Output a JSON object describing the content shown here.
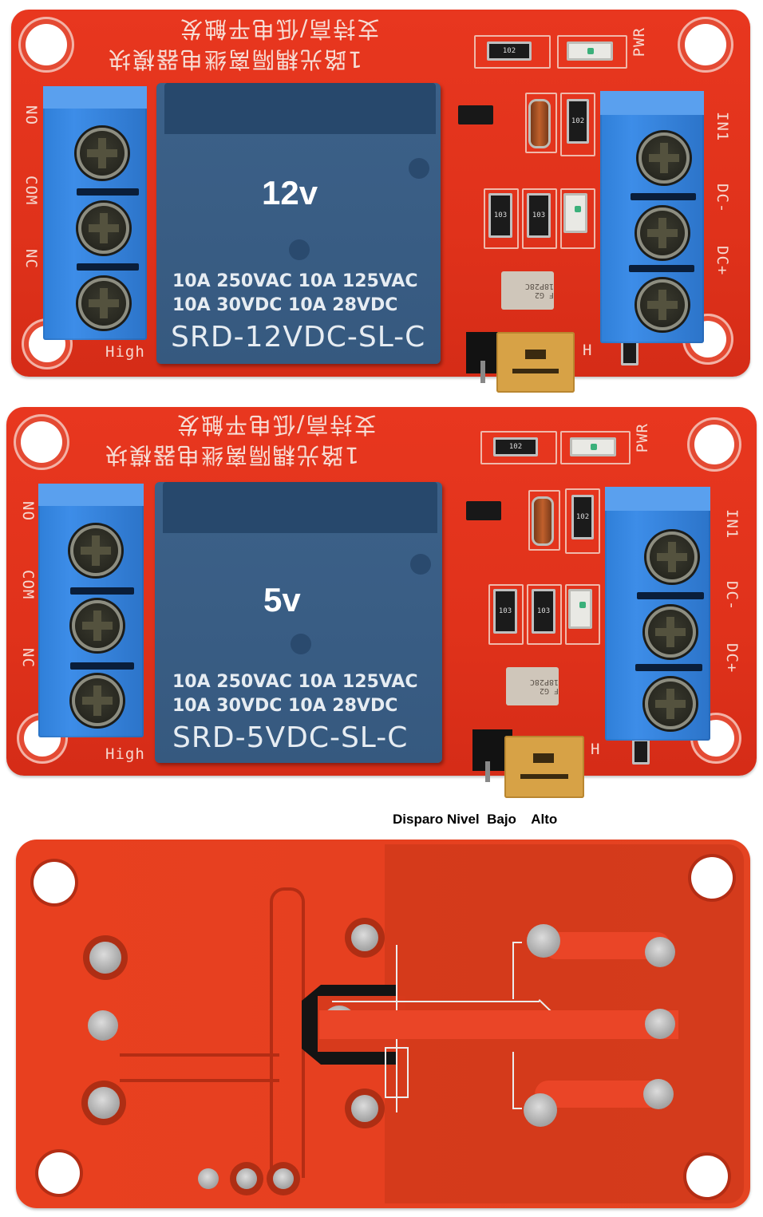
{
  "modules": [
    {
      "id": "relay-12v",
      "voltage_label": "12v",
      "chinese_title_line1": "1路光耦隔离继电器模块",
      "chinese_title_line2": "支持高/低电平触发",
      "left_terminals": [
        "NO",
        "COM",
        "NC"
      ],
      "right_terminals": [
        "IN1",
        "DC-",
        "DC+"
      ],
      "pwr_label": "PWR",
      "high_label": "High",
      "jumper_side_label": "H",
      "relay_spec_line1": "10A 250VAC  10A 125VAC",
      "relay_spec_line2": "10A  30VDC  10A  28VDC",
      "relay_model": "SRD-12VDC-SL-C",
      "resistor_codes": [
        "102",
        "102",
        "103",
        "103"
      ],
      "optocoupler_code": "F G2 18P28C"
    },
    {
      "id": "relay-5v",
      "voltage_label": "5v",
      "chinese_title_line1": "1路光耦隔离继电器模块",
      "chinese_title_line2": "支持高/低电平触发",
      "left_terminals": [
        "NO",
        "COM",
        "NC"
      ],
      "right_terminals": [
        "IN1",
        "DC-",
        "DC+"
      ],
      "pwr_label": "PWR",
      "high_label": "High",
      "jumper_side_label": "H",
      "relay_spec_line1": "10A 250VAC  10A 125VAC",
      "relay_spec_line2": "10A  30VDC  10A  28VDC",
      "relay_model": "SRD-5VDC-SL-C",
      "resistor_codes": [
        "102",
        "102",
        "103",
        "103"
      ],
      "optocoupler_code": "F G2 18P28C"
    }
  ],
  "jumper_caption": "Disparo Nivel  Bajo    Alto",
  "back_view": {
    "description": "PCB bottom side",
    "colors": {
      "board": "#e8401f",
      "trace_outline": "#b42d14",
      "solder": "#b4b4b4"
    }
  },
  "colors": {
    "board_red": "#e2351c",
    "terminal_blue": "#3486dd",
    "relay_blue": "#3a5e86",
    "jumper_yellow": "#d7a246",
    "silkscreen": "#f6d8cf"
  }
}
